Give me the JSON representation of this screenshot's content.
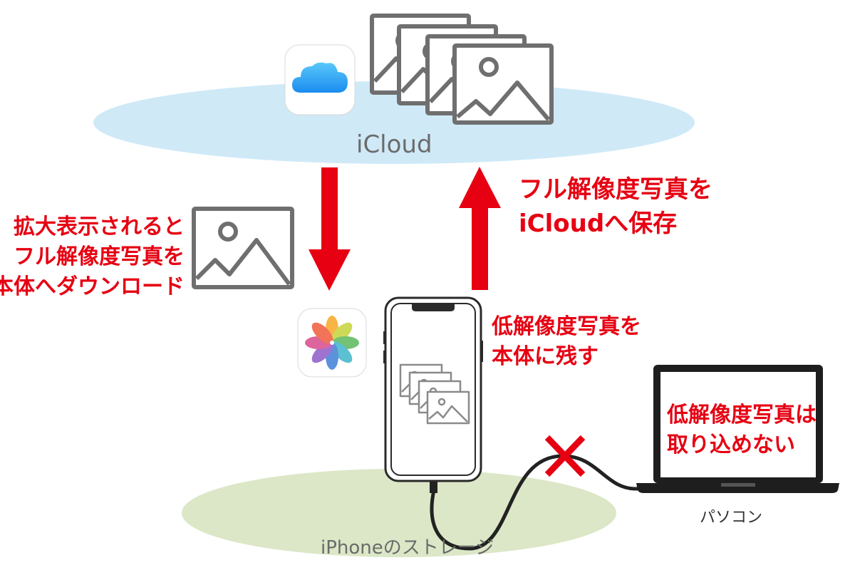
{
  "labels": {
    "icloud": "iCloud",
    "iphone_storage": "iPhoneのストレージ",
    "pc": "パソコン"
  },
  "notes": {
    "download": [
      "拡大表示されると",
      "フル解像度写真を",
      "本体へダウンロード"
    ],
    "save_to_icloud": [
      "フル解像度写真を",
      "iCloudへ保存"
    ],
    "keep_low_res": [
      "低解像度写真を",
      "本体に残す"
    ],
    "pc_import": [
      "低解像度写真は",
      "取り込めない"
    ]
  },
  "colors": {
    "accent_red": "#e60012",
    "icloud_ellipse": "#cfe9f7",
    "storage_ellipse": "#dbe7c6",
    "photo_stroke": "#6f6f6f"
  },
  "icons": {
    "icloud_app": "icloud-icon",
    "photos_app": "photos-icon",
    "blocked": "cross-icon"
  }
}
